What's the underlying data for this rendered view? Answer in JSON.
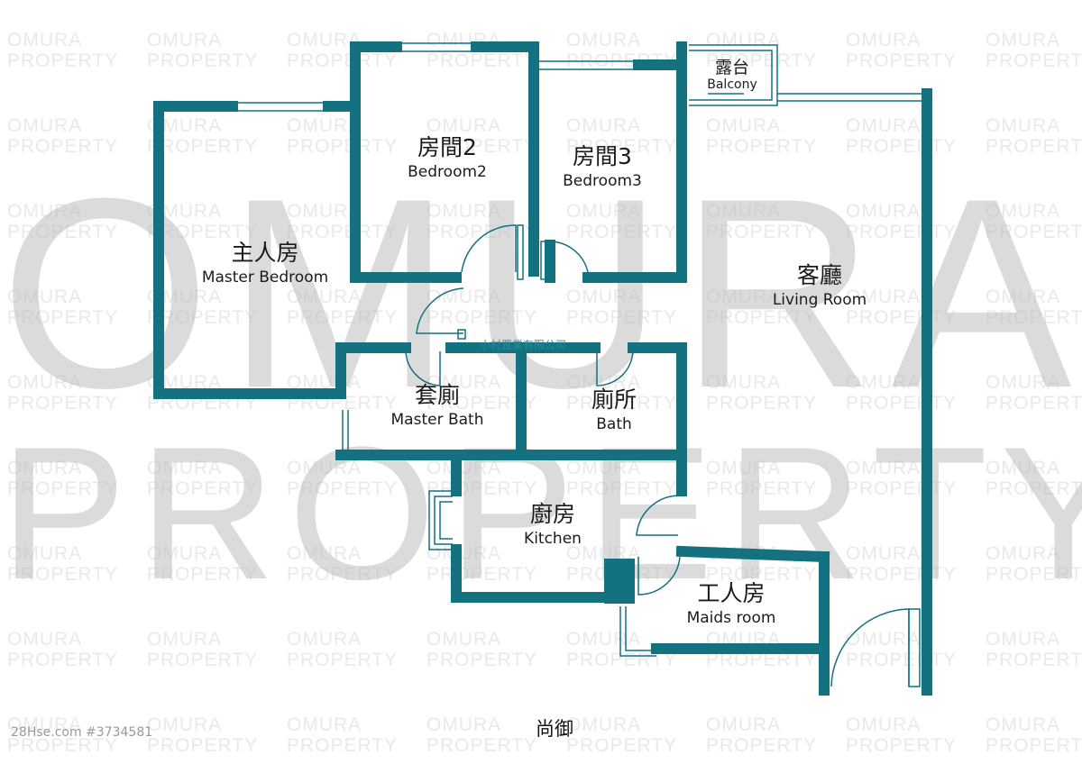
{
  "watermark": {
    "brand": "OMURA",
    "tagline": "PROPERTY"
  },
  "agency": "小村置業有限公司",
  "estate_name": "尚御",
  "listing_id": "28Hse.com #3734581",
  "colors": {
    "wall": "#137180",
    "window_line": "#137180",
    "text": "#1b1b1b",
    "watermark_small": "#e9e9e9",
    "watermark_big": "#bebebe"
  },
  "rooms": {
    "master_bedroom": {
      "zh": "主人房",
      "en": "Master Bedroom"
    },
    "bedroom2": {
      "zh": "房間2",
      "en": "Bedroom2"
    },
    "bedroom3": {
      "zh": "房間3",
      "en": "Bedroom3"
    },
    "balcony": {
      "zh": "露台",
      "en": "Balcony"
    },
    "living_room": {
      "zh": "客廳",
      "en": "Living Room"
    },
    "master_bath": {
      "zh": "套廁",
      "en": "Master Bath"
    },
    "bath": {
      "zh": "廁所",
      "en": "Bath"
    },
    "kitchen": {
      "zh": "廚房",
      "en": "Kitchen"
    },
    "maids_room": {
      "zh": "工人房",
      "en": "Maids room"
    }
  }
}
